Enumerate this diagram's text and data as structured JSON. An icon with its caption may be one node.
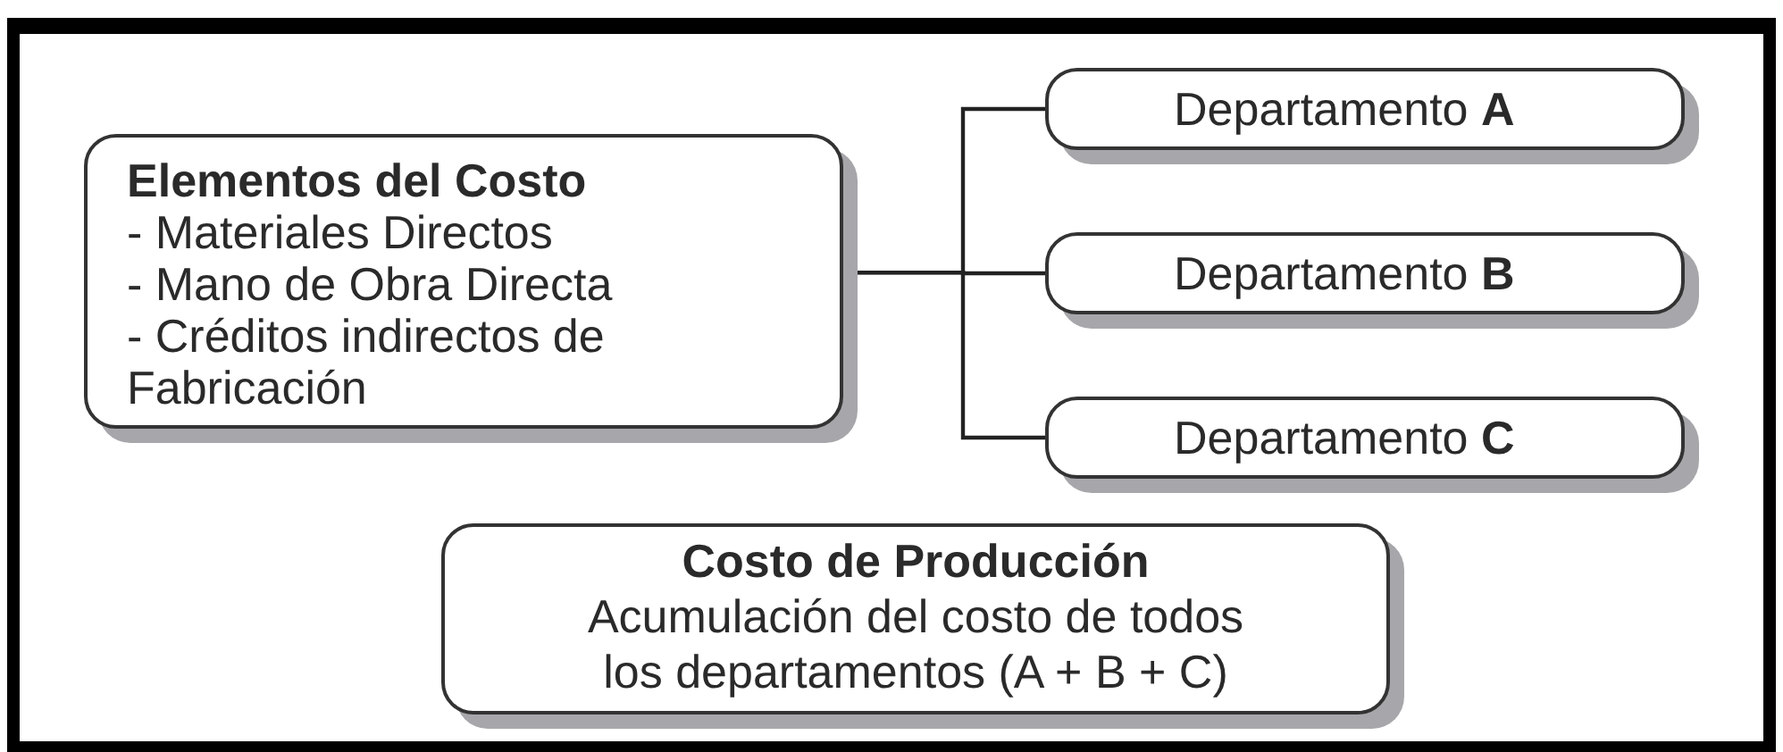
{
  "diagram": {
    "nodes": [
      {
        "text": [
          "Elementos del Costo",
          "- Materiales Directos",
          "- Mano de Obra Directa",
          "- Créditos indirectos de Fabricación"
        ]
      },
      {
        "text": [
          "Departamento **A**"
        ]
      },
      {
        "text": [
          "Departamento **B**"
        ]
      },
      {
        "text": [
          "Departamento **C**"
        ]
      },
      {
        "text": [
          "Costo de Producción",
          "Acumulación del costo de todos los departamentos (A + B + C)"
        ]
      }
    ],
    "edges": [
      {
        "from": 0,
        "to": 1,
        "arrow": "none"
      },
      {
        "from": 0,
        "to": 2,
        "arrow": "none"
      },
      {
        "from": 0,
        "to": 3,
        "arrow": "none"
      }
    ]
  }
}
